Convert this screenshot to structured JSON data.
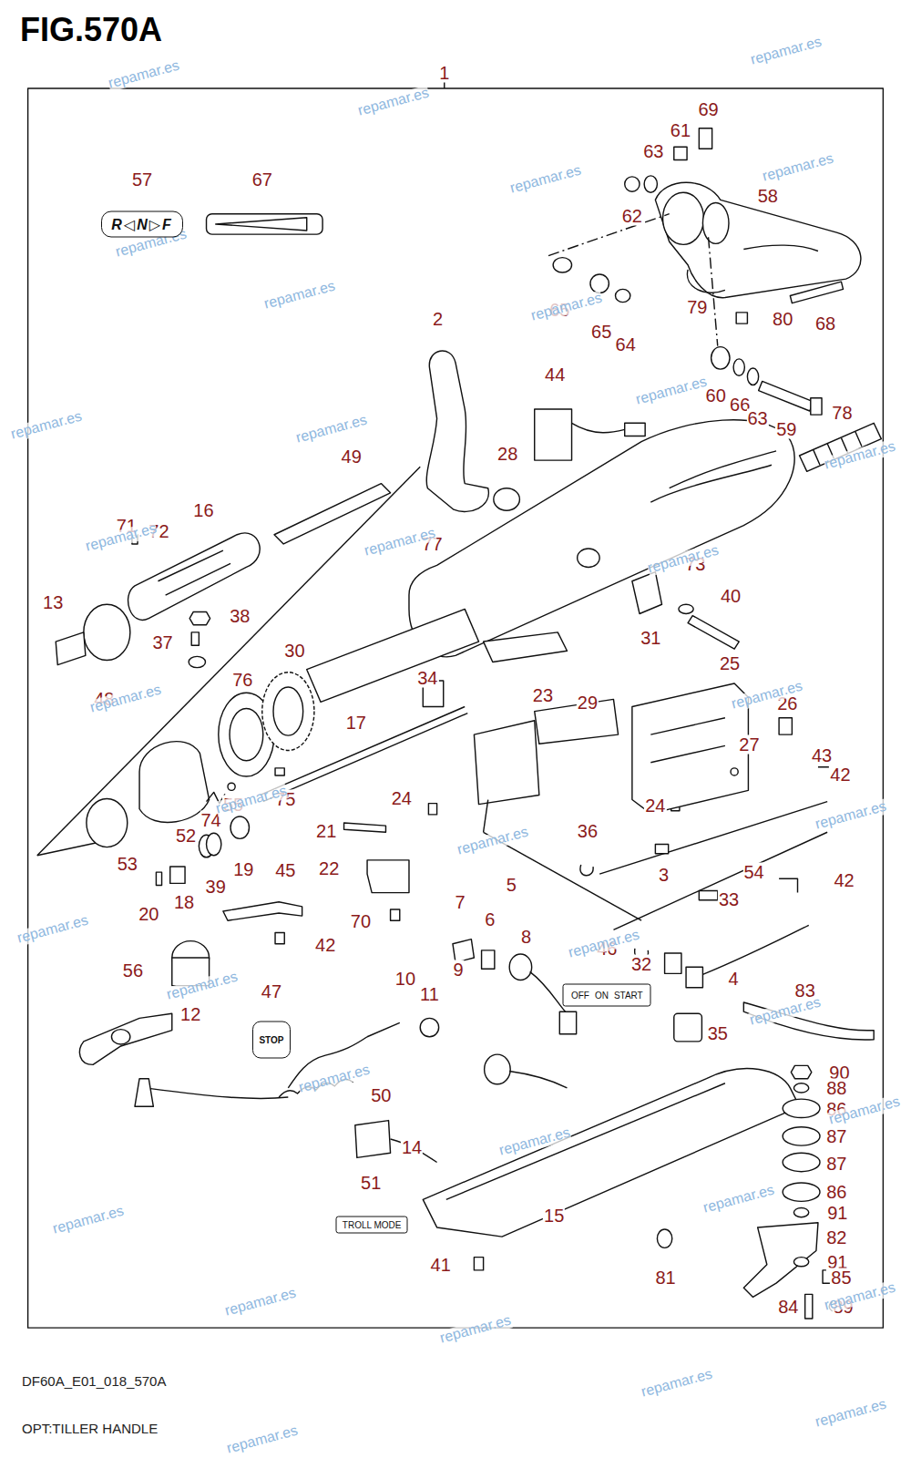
{
  "diagram": {
    "title": "FIG.570A",
    "caption": "OPT:TILLER HANDLE",
    "nodes": [
      {
        "text": [
          "R◁N▷F"
        ]
      },
      {
        "text": [
          "OFF",
          "ON",
          "START"
        ]
      },
      {
        "text": [
          "STOP"
        ]
      },
      {
        "text": [
          "TROLL MODE"
        ]
      }
    ],
    "labels": [
      "DF60A_E01_018_570A",
      "1",
      "69",
      "61",
      "63",
      "62",
      "57",
      "67",
      "58",
      "65",
      "65",
      "64",
      "79",
      "80",
      "68",
      "2",
      "44",
      "60",
      "66",
      "63",
      "59",
      "78",
      "49",
      "28",
      "16",
      "71",
      "72",
      "77",
      "73",
      "13",
      "38",
      "40",
      "37",
      "31",
      "30",
      "34",
      "76",
      "25",
      "23",
      "29",
      "26",
      "17",
      "27",
      "43",
      "42",
      "24",
      "24",
      "55",
      "75",
      "74",
      "52",
      "36",
      "21",
      "53",
      "22",
      "45",
      "3",
      "54",
      "42",
      "39",
      "19",
      "18",
      "33",
      "5",
      "7",
      "6",
      "20",
      "70",
      "8",
      "42",
      "46",
      "4",
      "56",
      "10",
      "9",
      "11",
      "12",
      "47",
      "83",
      "35",
      "90",
      "88",
      "86",
      "87",
      "87",
      "86",
      "91",
      "50",
      "14",
      "15",
      "51",
      "82",
      "91",
      "85",
      "81",
      "41",
      "84",
      "89",
      "32",
      "48",
      "repamar.es",
      "repamar.es",
      "repamar.es",
      "repamar.es",
      "repamar.es",
      "repamar.es",
      "repamar.es",
      "repamar.es",
      "repamar.es",
      "repamar.es",
      "repamar.es",
      "repamar.es",
      "repamar.es",
      "repamar.es",
      "repamar.es",
      "repamar.es",
      "repamar.es",
      "repamar.es",
      "repamar.es",
      "repamar.es",
      "repamar.es",
      "repamar.es",
      "repamar.es",
      "repamar.es",
      "repamar.es",
      "repamar.es",
      "repamar.es",
      "repamar.es",
      "repamar.es",
      "repamar.es",
      "repamar.es",
      "repamar.es",
      "repamar.es",
      "repamar.es",
      "repamar.es"
    ]
  }
}
